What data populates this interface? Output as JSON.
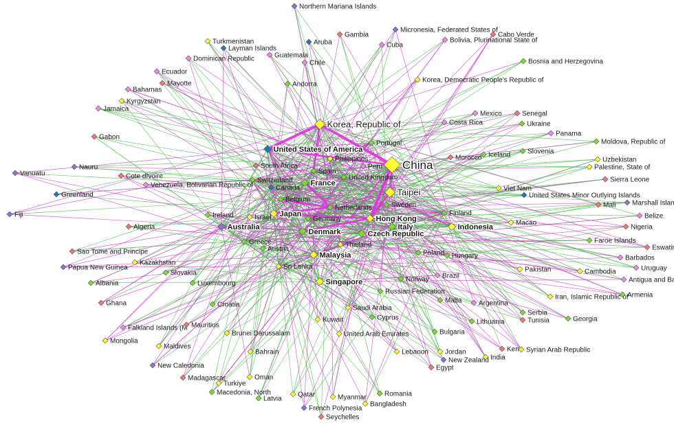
{
  "colors": {
    "yellow": "#ffff33",
    "green": "#77dd33",
    "pink": "#ee88ee",
    "red": "#ee7777",
    "blue": "#2277bb",
    "purple": "#8877cc",
    "edge_green": "#44bb44",
    "edge_magenta": "#cc33cc",
    "hub_edge": "#dd33dd"
  },
  "nodes": [
    {
      "id": "china",
      "label": "China",
      "color": "yellow",
      "size": "xl"
    },
    {
      "id": "korea",
      "label": "Korea, Republic of",
      "color": "yellow",
      "size": "l"
    },
    {
      "id": "taipei",
      "label": "Taipei",
      "color": "yellow",
      "size": "l"
    },
    {
      "id": "usa",
      "label": "United States of America",
      "color": "blue",
      "size": "m"
    },
    {
      "id": "hongkong",
      "label": "Hong Kong",
      "color": "yellow",
      "size": "m"
    },
    {
      "id": "japan",
      "label": "Japan",
      "color": "yellow",
      "size": "m"
    },
    {
      "id": "france",
      "label": "France",
      "color": "green",
      "size": "m"
    },
    {
      "id": "denmark",
      "label": "Denmark",
      "color": "green",
      "size": "m"
    },
    {
      "id": "malaysia",
      "label": "Malaysia",
      "color": "yellow",
      "size": "m"
    },
    {
      "id": "singapore",
      "label": "Singapore",
      "color": "yellow",
      "size": "m"
    },
    {
      "id": "indonesia",
      "label": "Indonesia",
      "color": "yellow",
      "size": "m"
    },
    {
      "id": "australia",
      "label": "Australia",
      "color": "purple",
      "size": "m"
    },
    {
      "id": "czech",
      "label": "Czech Republic",
      "color": "green",
      "size": "m"
    },
    {
      "id": "italy",
      "label": "Italy",
      "color": "green",
      "size": "m"
    },
    {
      "id": "uk",
      "label": "United Kingdom",
      "color": "green",
      "size": "s"
    },
    {
      "id": "netherlands",
      "label": "Netherlands",
      "color": "green",
      "size": "s"
    },
    {
      "id": "germany",
      "label": "Germany",
      "color": "green",
      "size": "s"
    },
    {
      "id": "sweden",
      "label": "Sweden",
      "color": "green",
      "size": "s"
    },
    {
      "id": "thailand",
      "label": "Thailand",
      "color": "yellow",
      "size": "s"
    },
    {
      "id": "belgium",
      "label": "Belgium",
      "color": "green",
      "size": "s"
    },
    {
      "id": "switzerland",
      "label": "Switzerland",
      "color": "green",
      "size": "s"
    },
    {
      "id": "canada",
      "label": "Canada",
      "color": "blue",
      "size": "s"
    },
    {
      "id": "spain",
      "label": "Spain",
      "color": "green",
      "size": "s"
    },
    {
      "id": "philippines",
      "label": "Philippines",
      "color": "yellow",
      "size": "s"
    },
    {
      "id": "peru",
      "label": "Peru",
      "color": "pink",
      "size": "s"
    },
    {
      "id": "portugal",
      "label": "Portugal",
      "color": "green",
      "size": "s"
    },
    {
      "id": "southafrica",
      "label": "South Africa",
      "color": "red",
      "size": "s"
    },
    {
      "id": "israel",
      "label": "Israel",
      "color": "yellow",
      "size": "s"
    },
    {
      "id": "ireland",
      "label": "Ireland",
      "color": "green",
      "size": "s"
    },
    {
      "id": "greece",
      "label": "Greece",
      "color": "green",
      "size": "s"
    },
    {
      "id": "austria",
      "label": "Austria",
      "color": "green",
      "size": "s"
    },
    {
      "id": "srilanka",
      "label": "Sri Lanka",
      "color": "yellow",
      "size": "s"
    },
    {
      "id": "finland",
      "label": "Finland",
      "color": "green",
      "size": "s"
    },
    {
      "id": "poland",
      "label": "Poland",
      "color": "green",
      "size": "s"
    },
    {
      "id": "hungary",
      "label": "Hungary",
      "color": "green",
      "size": "s"
    },
    {
      "id": "norway",
      "label": "Norway",
      "color": "green",
      "size": "s"
    },
    {
      "id": "brazil",
      "label": "Brazil",
      "color": "pink",
      "size": "s"
    },
    {
      "id": "russia",
      "label": "Russian Federation",
      "color": "green",
      "size": "s"
    },
    {
      "id": "malta",
      "label": "Malta",
      "color": "green",
      "size": "s"
    },
    {
      "id": "argentina",
      "label": "Argentina",
      "color": "pink",
      "size": "s"
    },
    {
      "id": "saudi",
      "label": "Saudi Arabia",
      "color": "yellow",
      "size": "s"
    },
    {
      "id": "kuwait",
      "label": "Kuwait",
      "color": "yellow",
      "size": "s"
    },
    {
      "id": "cyprus",
      "label": "Cyprus",
      "color": "green",
      "size": "s"
    },
    {
      "id": "uae",
      "label": "United Arab Emirates",
      "color": "yellow",
      "size": "s"
    },
    {
      "id": "lithuania",
      "label": "Lithuania",
      "color": "green",
      "size": "s"
    },
    {
      "id": "bulgaria",
      "label": "Bulgaria",
      "color": "green",
      "size": "s"
    },
    {
      "id": "serbia",
      "label": "Serbia",
      "color": "green",
      "size": "s"
    },
    {
      "id": "tunisia",
      "label": "Tunisia",
      "color": "red",
      "size": "s"
    },
    {
      "id": "georgia",
      "label": "Georgia",
      "color": "green",
      "size": "s"
    },
    {
      "id": "iran",
      "label": "Iran, Islamic Republic of",
      "color": "yellow",
      "size": "s"
    },
    {
      "id": "armenia",
      "label": "Armenia",
      "color": "green",
      "size": "s"
    },
    {
      "id": "pakistan",
      "label": "Pakistan",
      "color": "yellow",
      "size": "s"
    },
    {
      "id": "cambodia",
      "label": "Cambodia",
      "color": "yellow",
      "size": "s"
    },
    {
      "id": "macao",
      "label": "Macao",
      "color": "yellow",
      "size": "s"
    },
    {
      "id": "vietnam",
      "label": "Viet Nam",
      "color": "yellow",
      "size": "s"
    },
    {
      "id": "usmoi",
      "label": "United States Minor Outlying Islands",
      "color": "blue",
      "size": "s"
    },
    {
      "id": "morocco",
      "label": "Morocco",
      "color": "red",
      "size": "s"
    },
    {
      "id": "iceland",
      "label": "Iceland",
      "color": "green",
      "size": "s"
    },
    {
      "id": "slovenia",
      "label": "Slovenia",
      "color": "green",
      "size": "s"
    },
    {
      "id": "costarica",
      "label": "Costa Rica",
      "color": "pink",
      "size": "s"
    },
    {
      "id": "mexico",
      "label": "Mexico",
      "color": "pink",
      "size": "s"
    },
    {
      "id": "senegal",
      "label": "Senegal",
      "color": "red",
      "size": "s"
    },
    {
      "id": "ukraine",
      "label": "Ukraine",
      "color": "green",
      "size": "s"
    },
    {
      "id": "panama",
      "label": "Panama",
      "color": "pink",
      "size": "s"
    },
    {
      "id": "moldova",
      "label": "Moldova, Republic of",
      "color": "green",
      "size": "s"
    },
    {
      "id": "uzbekistan",
      "label": "Uzbekistan",
      "color": "yellow",
      "size": "s"
    },
    {
      "id": "palestine",
      "label": "Palestine, State of",
      "color": "yellow",
      "size": "s"
    },
    {
      "id": "sierraleone",
      "label": "Sierra Leone",
      "color": "red",
      "size": "s"
    },
    {
      "id": "mali",
      "label": "Mali",
      "color": "red",
      "size": "s"
    },
    {
      "id": "marshall",
      "label": "Marshall Islan",
      "color": "purple",
      "size": "s"
    },
    {
      "id": "belize",
      "label": "Belize",
      "color": "pink",
      "size": "s"
    },
    {
      "id": "nigeria",
      "label": "Nigeria",
      "color": "red",
      "size": "s"
    },
    {
      "id": "faroe",
      "label": "Faroe Islands",
      "color": "green",
      "size": "s"
    },
    {
      "id": "eswatini",
      "label": "Eswatin",
      "color": "red",
      "size": "s"
    },
    {
      "id": "barbados",
      "label": "Barbados",
      "color": "pink",
      "size": "s"
    },
    {
      "id": "uruguay",
      "label": "Uruguay",
      "color": "pink",
      "size": "s"
    },
    {
      "id": "antigua",
      "label": "Antigua and Ba",
      "color": "pink",
      "size": "s"
    },
    {
      "id": "bosnia",
      "label": "Bosnia and Herzegovina",
      "color": "green",
      "size": "s"
    },
    {
      "id": "koreadpr",
      "label": "Korea, Democratic People's Republic of",
      "color": "yellow",
      "size": "s"
    },
    {
      "id": "bolivia",
      "label": "Bolivia, Plurinational State of",
      "color": "pink",
      "size": "s"
    },
    {
      "id": "caboverde",
      "label": "Cabo Verde",
      "color": "red",
      "size": "s"
    },
    {
      "id": "micronesia",
      "label": "Micronesia, Federated States of",
      "color": "purple",
      "size": "s"
    },
    {
      "id": "cuba",
      "label": "Cuba",
      "color": "pink",
      "size": "s"
    },
    {
      "id": "gambia",
      "label": "Gambia",
      "color": "red",
      "size": "s"
    },
    {
      "id": "nmariana",
      "label": "Northern Mariana Islands",
      "color": "purple",
      "size": "s"
    },
    {
      "id": "aruba",
      "label": "Aruba",
      "color": "blue",
      "size": "s"
    },
    {
      "id": "chile",
      "label": "Chile",
      "color": "pink",
      "size": "s"
    },
    {
      "id": "guatemala",
      "label": "Guatemala",
      "color": "pink",
      "size": "s"
    },
    {
      "id": "turkmenistan",
      "label": "Turkmenistan",
      "color": "yellow",
      "size": "s"
    },
    {
      "id": "cayman",
      "label": "Layman Islands",
      "color": "blue",
      "size": "s"
    },
    {
      "id": "dominican",
      "label": "Dominican Republic",
      "color": "pink",
      "size": "s"
    },
    {
      "id": "andorra",
      "label": "Andorra",
      "color": "green",
      "size": "s"
    },
    {
      "id": "ecuador",
      "label": "Ecuador",
      "color": "pink",
      "size": "s"
    },
    {
      "id": "mayotte",
      "label": "Mayotte",
      "color": "red",
      "size": "s"
    },
    {
      "id": "bahamas",
      "label": "Bahamas",
      "color": "pink",
      "size": "s"
    },
    {
      "id": "kyrgyzstan",
      "label": "Kyrgyzstan",
      "color": "yellow",
      "size": "s"
    },
    {
      "id": "jamaica",
      "label": "Jamaica",
      "color": "pink",
      "size": "s"
    },
    {
      "id": "gabon",
      "label": "Gabon",
      "color": "red",
      "size": "s"
    },
    {
      "id": "vanuatu",
      "label": "Vanuatu",
      "color": "purple",
      "size": "s"
    },
    {
      "id": "nauru",
      "label": "Nauru",
      "color": "purple",
      "size": "s"
    },
    {
      "id": "cotedivoire",
      "label": "Cote dIvoire",
      "color": "red",
      "size": "s"
    },
    {
      "id": "venezuela",
      "label": "Venezuela, Bolivarian Republic of",
      "color": "pink",
      "size": "s"
    },
    {
      "id": "greenland",
      "label": "Greenland",
      "color": "blue",
      "size": "s"
    },
    {
      "id": "fiji",
      "label": "Fiji",
      "color": "purple",
      "size": "s"
    },
    {
      "id": "algeria",
      "label": "Algeria",
      "color": "red",
      "size": "s"
    },
    {
      "id": "saotome",
      "label": "Sao Tome and Principe",
      "color": "red",
      "size": "s"
    },
    {
      "id": "png",
      "label": "Papua New Guinea",
      "color": "purple",
      "size": "s"
    },
    {
      "id": "kazakhstan",
      "label": "Kazakhstan",
      "color": "yellow",
      "size": "s"
    },
    {
      "id": "albania",
      "label": "Albania",
      "color": "green",
      "size": "s"
    },
    {
      "id": "slovakia",
      "label": "Slovakia",
      "color": "green",
      "size": "s"
    },
    {
      "id": "luxembourg",
      "label": "Luxembourg",
      "color": "green",
      "size": "s"
    },
    {
      "id": "ghana",
      "label": "Ghana",
      "color": "red",
      "size": "s"
    },
    {
      "id": "croatia",
      "label": "Croatia",
      "color": "green",
      "size": "s"
    },
    {
      "id": "falkland",
      "label": "Falkland Islands (M",
      "color": "pink",
      "size": "s"
    },
    {
      "id": "mauritius",
      "label": "Mauritius",
      "color": "red",
      "size": "s"
    },
    {
      "id": "brunei",
      "label": "Brunei Darussalam",
      "color": "yellow",
      "size": "s"
    },
    {
      "id": "mongolia",
      "label": "Mongolia",
      "color": "yellow",
      "size": "s"
    },
    {
      "id": "maldives",
      "label": "Maldives",
      "color": "yellow",
      "size": "s"
    },
    {
      "id": "bahrain",
      "label": "Bahrain",
      "color": "yellow",
      "size": "s"
    },
    {
      "id": "newcaledonia",
      "label": "New Caledonia",
      "color": "purple",
      "size": "s"
    },
    {
      "id": "oman",
      "label": "Oman",
      "color": "yellow",
      "size": "s"
    },
    {
      "id": "madagascar",
      "label": "Madagascar",
      "color": "red",
      "size": "s"
    },
    {
      "id": "turkiye",
      "label": "Turkiye",
      "color": "yellow",
      "size": "s"
    },
    {
      "id": "macedonia",
      "label": "Macedonia, North",
      "color": "green",
      "size": "s"
    },
    {
      "id": "latvia",
      "label": "Latvia",
      "color": "green",
      "size": "s"
    },
    {
      "id": "qatar",
      "label": "Qatar",
      "color": "yellow",
      "size": "s"
    },
    {
      "id": "frenchpolynesia",
      "label": "French Polynesia",
      "color": "purple",
      "size": "s"
    },
    {
      "id": "seychelles",
      "label": "Seychelles",
      "color": "red",
      "size": "s"
    },
    {
      "id": "myanmar",
      "label": "Myanmar",
      "color": "yellow",
      "size": "s"
    },
    {
      "id": "bangladesh",
      "label": "Bangladesh",
      "color": "yellow",
      "size": "s"
    },
    {
      "id": "romania",
      "label": "Romania",
      "color": "green",
      "size": "s"
    },
    {
      "id": "lebanon",
      "label": "Lebanon",
      "color": "yellow",
      "size": "s"
    },
    {
      "id": "jordan",
      "label": "Jordan",
      "color": "yellow",
      "size": "s"
    },
    {
      "id": "egypt",
      "label": "Egypt",
      "color": "red",
      "size": "s"
    },
    {
      "id": "newzealand",
      "label": "New Zealand",
      "color": "purple",
      "size": "s"
    },
    {
      "id": "india",
      "label": "India",
      "color": "yellow",
      "size": "s"
    },
    {
      "id": "kenya",
      "label": "Ken",
      "color": "red",
      "size": "s"
    },
    {
      "id": "syria",
      "label": "Syrian Arab Republic",
      "color": "yellow",
      "size": "s"
    }
  ]
}
